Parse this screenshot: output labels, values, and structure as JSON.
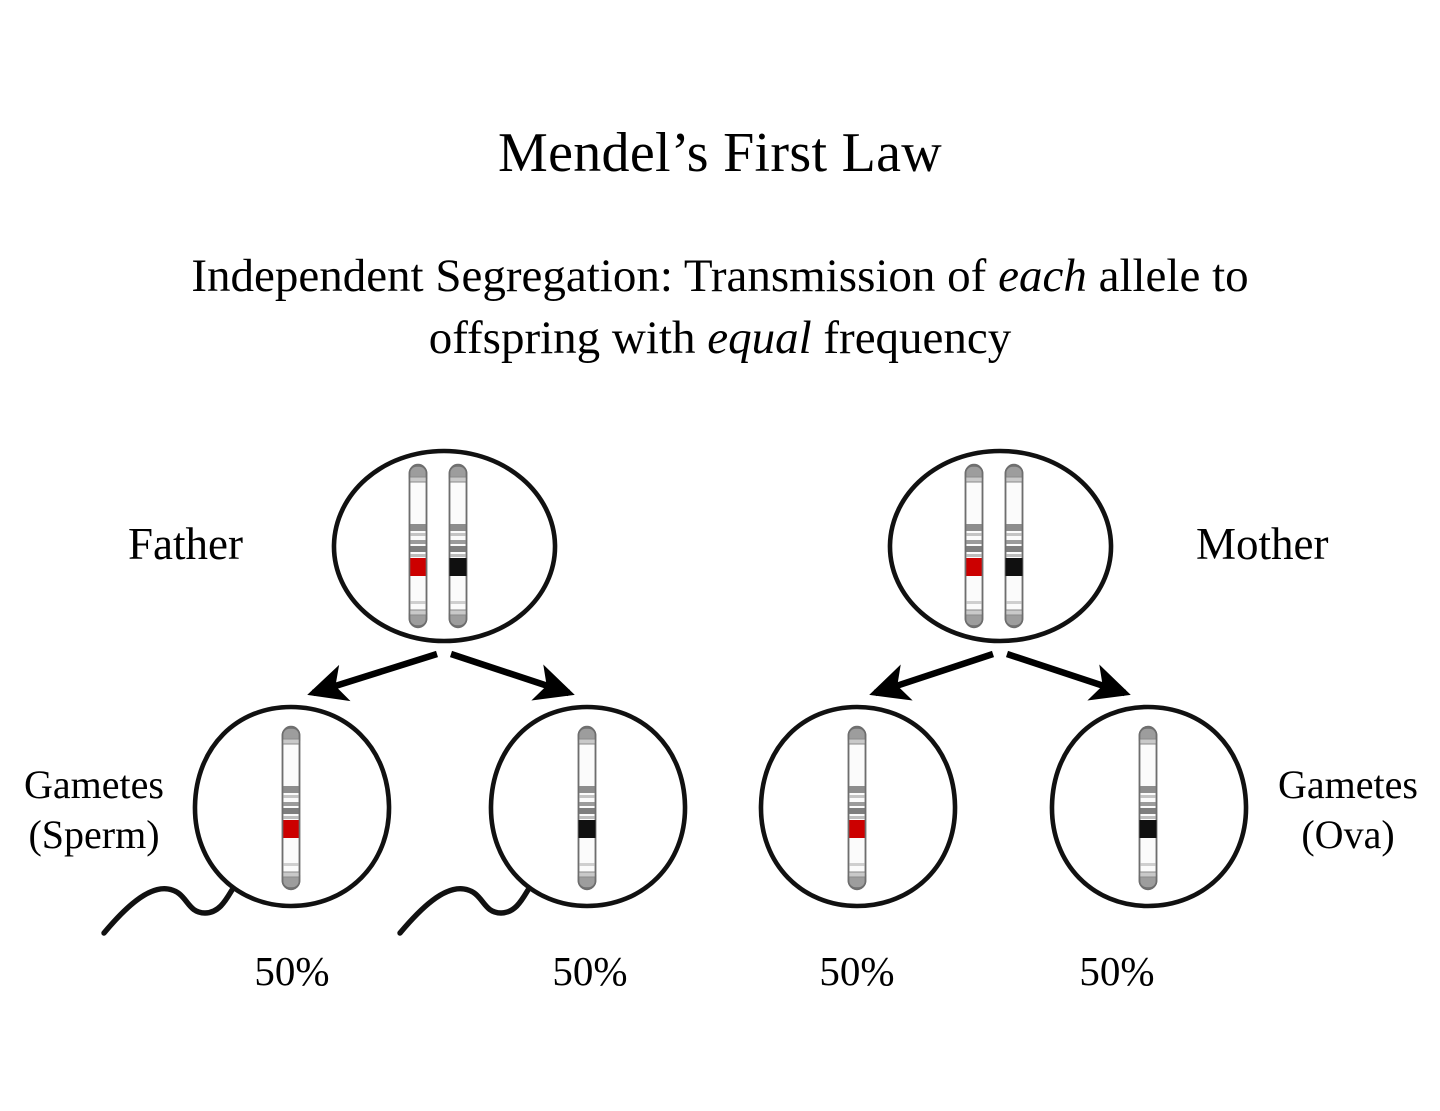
{
  "slide": {
    "title": "Mendel’s First Law",
    "subtitle": {
      "part1": "Independent Segregation:  Transmission of ",
      "italic1": "each",
      "part2": " allele to offspring with ",
      "italic2": "equal",
      "part3": " frequency"
    },
    "background_color": "#ffffff",
    "text_color": "#000000"
  },
  "labels": {
    "father": "Father",
    "mother": "Mother",
    "gametes_sperm_line1": "Gametes",
    "gametes_sperm_line2": "(Sperm)",
    "gametes_ova_line1": "Gametes",
    "gametes_ova_line2": "(Ova)"
  },
  "percentages": [
    {
      "id": "sperm-red",
      "value": "50%"
    },
    {
      "id": "sperm-black",
      "value": "50%"
    },
    {
      "id": "ova-red",
      "value": "50%"
    },
    {
      "id": "ova-black",
      "value": "50%"
    }
  ],
  "colors": {
    "allele_red": "#cc0000",
    "allele_black": "#101010",
    "chromosome_fill": "#fbfbfb",
    "chromosome_outline": "#6e6e6e",
    "band_gray": "#8d8d8d",
    "cap_gray": "#9a9a9a",
    "cell_outline": "#111111",
    "arrow_color": "#000000"
  },
  "cells": [
    {
      "id": "father-cell",
      "parent": "Father",
      "type": "diploid",
      "chromosomes": [
        {
          "allele": "red",
          "allele_color": "#cc0000"
        },
        {
          "allele": "black",
          "allele_color": "#101010"
        }
      ]
    },
    {
      "id": "mother-cell",
      "parent": "Mother",
      "type": "diploid",
      "chromosomes": [
        {
          "allele": "red",
          "allele_color": "#cc0000"
        },
        {
          "allele": "black",
          "allele_color": "#101010"
        }
      ]
    },
    {
      "id": "sperm-red-cell",
      "parent": "Father",
      "type": "gamete",
      "gamete_kind": "sperm",
      "has_tail": true,
      "chromosomes": [
        {
          "allele": "red",
          "allele_color": "#cc0000"
        }
      ]
    },
    {
      "id": "sperm-black-cell",
      "parent": "Father",
      "type": "gamete",
      "gamete_kind": "sperm",
      "has_tail": true,
      "chromosomes": [
        {
          "allele": "black",
          "allele_color": "#101010"
        }
      ]
    },
    {
      "id": "ova-red-cell",
      "parent": "Mother",
      "type": "gamete",
      "gamete_kind": "ovum",
      "has_tail": false,
      "chromosomes": [
        {
          "allele": "red",
          "allele_color": "#cc0000"
        }
      ]
    },
    {
      "id": "ova-black-cell",
      "parent": "Mother",
      "type": "gamete",
      "gamete_kind": "ovum",
      "has_tail": false,
      "chromosomes": [
        {
          "allele": "black",
          "allele_color": "#101010"
        }
      ]
    }
  ],
  "arrows": [
    {
      "id": "father-to-sperm-red",
      "from": "father-cell",
      "to": "sperm-red-cell",
      "direction": "down-left"
    },
    {
      "id": "father-to-sperm-black",
      "from": "father-cell",
      "to": "sperm-black-cell",
      "direction": "down-right"
    },
    {
      "id": "mother-to-ova-red",
      "from": "mother-cell",
      "to": "ova-red-cell",
      "direction": "down-left"
    },
    {
      "id": "mother-to-ova-black",
      "from": "mother-cell",
      "to": "ova-black-cell",
      "direction": "down-right"
    }
  ]
}
